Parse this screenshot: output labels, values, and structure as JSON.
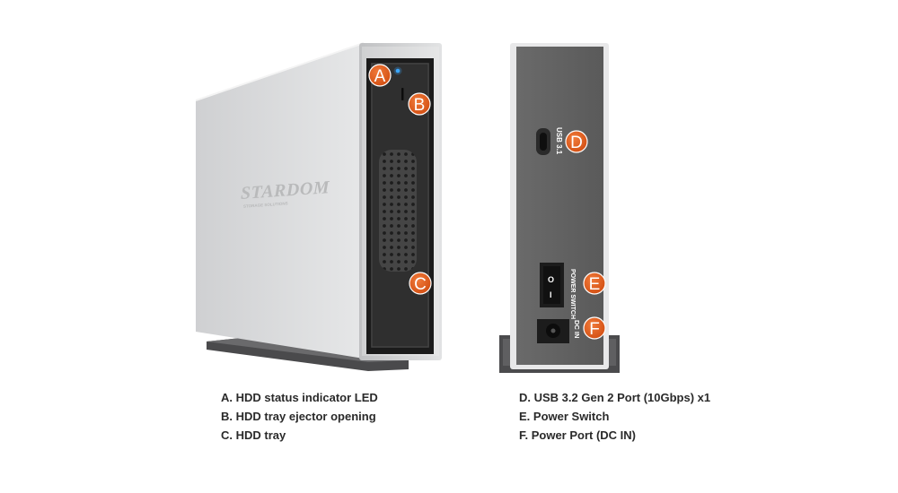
{
  "markers": {
    "a": "A",
    "b": "B",
    "c": "C",
    "d": "D",
    "e": "E",
    "f": "F"
  },
  "device_text": {
    "brand": "STARDOM",
    "brand_sub": "STORAGE SOLUTIONS",
    "usb_label": "USB 3.1",
    "power_label": "POWER SWITCH",
    "power_on": "I",
    "power_off": "O",
    "dc_label": "DC IN"
  },
  "legend": {
    "left": [
      "A. HDD status indicator LED",
      "B. HDD tray ejector opening",
      "C. HDD tray"
    ],
    "right": [
      "D. USB 3.2 Gen 2 Port (10Gbps) x1",
      "E. Power Switch",
      "F. Power Port (DC IN)"
    ]
  },
  "colors": {
    "marker_fill": "#e05a1c",
    "led": "#3aa7ff",
    "body_silver": "#d9d9da",
    "panel_dark": "#5c5c5c"
  }
}
